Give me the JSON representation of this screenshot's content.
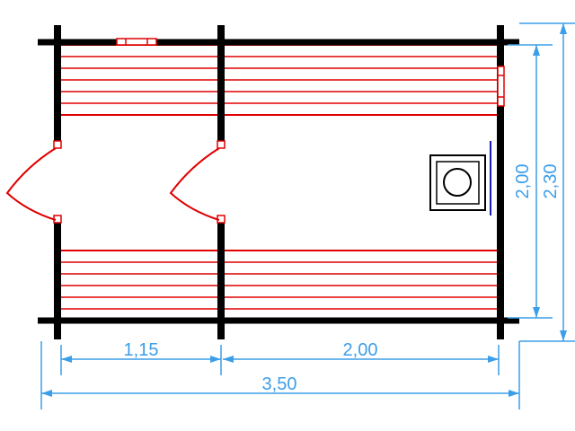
{
  "dimensions": {
    "left_room_width": "1,15",
    "right_room_width": "2,00",
    "total_width": "3,50",
    "inner_height": "2,00",
    "total_height": "2,30"
  },
  "colors": {
    "walls": "#000000",
    "benches": "#e00000",
    "dimension_lines": "#3b9ee8",
    "stove_marker": "#1a1ab0"
  }
}
